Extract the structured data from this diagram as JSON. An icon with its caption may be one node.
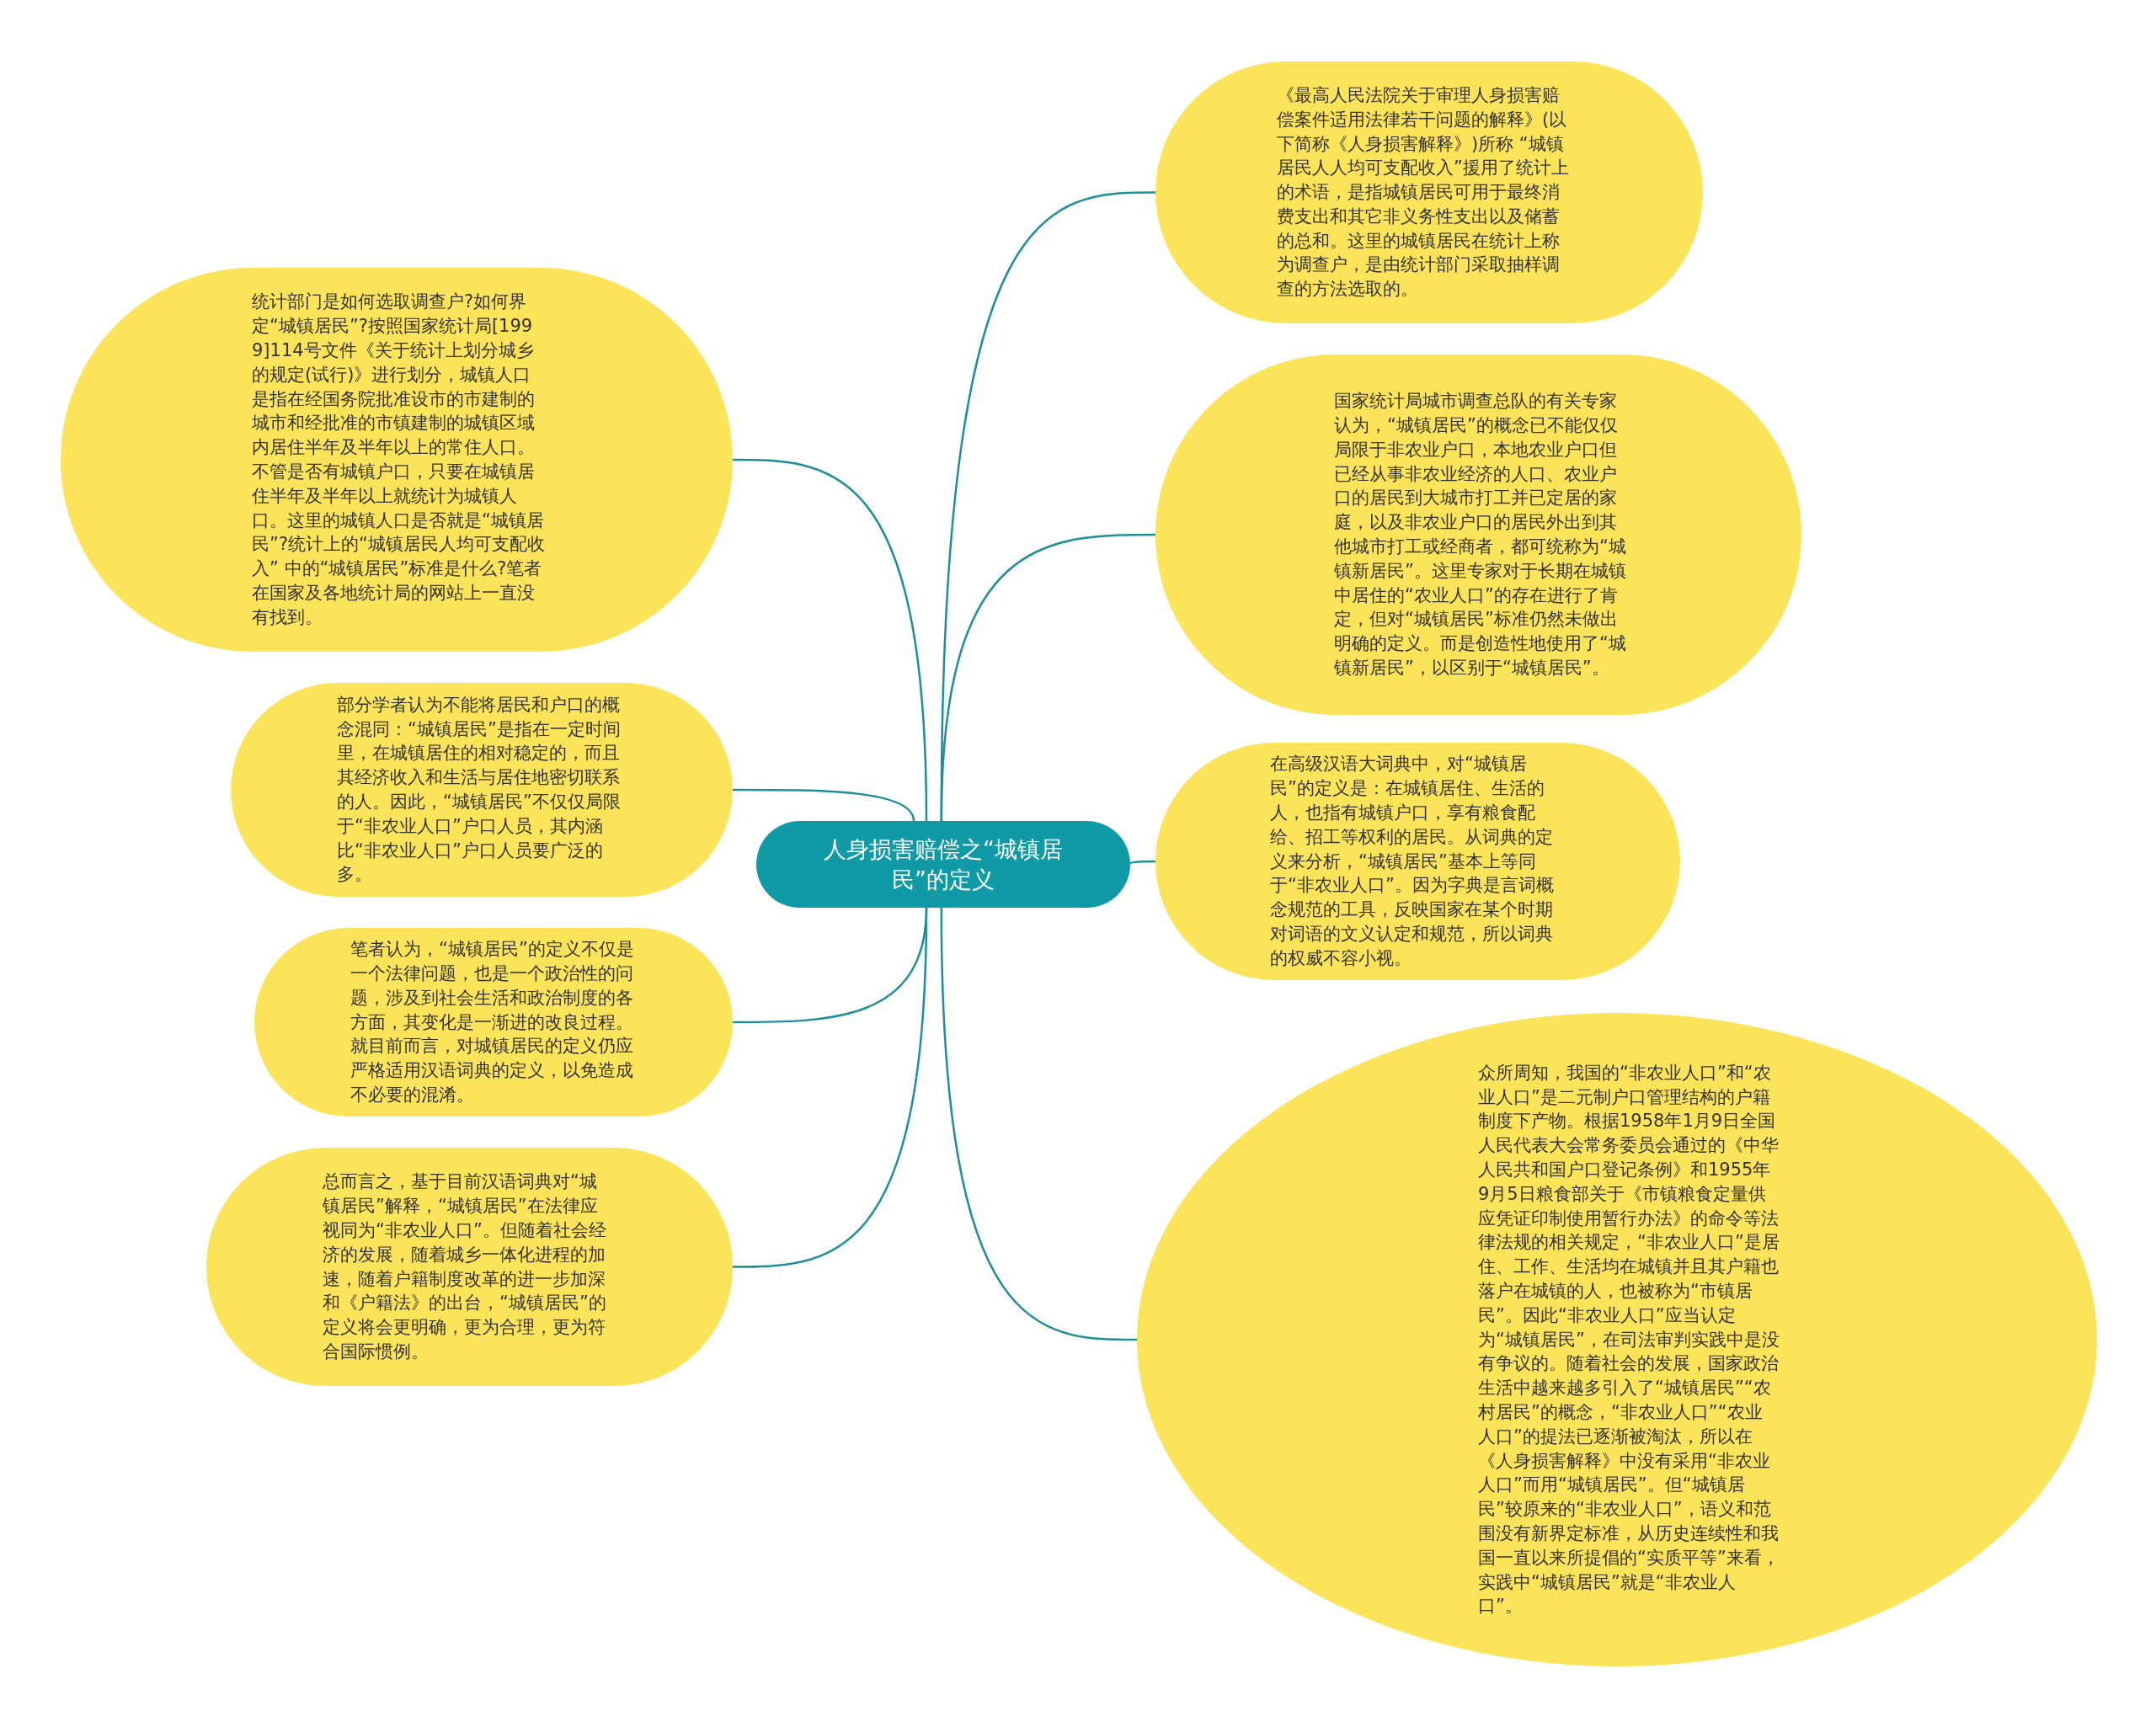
{
  "diagram": {
    "nodes": [
      {
        "text": [
          "人身损害赔偿之“城镇居民”的定义"
        ]
      },
      {
        "text": [
          "《最高人民法院关于审理人身损害赔偿案件适用法律若干问题的解释》(以下简称《人身损害解释》)所称 “城镇居民人人均可支配收入”援用了统计上的术语，是指城镇居民可用于最终消费支出和其它非义务性支出以及储蓄的总和。这里的城镇居民在统计上称为调查户，是由统计部门采取抽样调查的方法选取的。"
        ]
      },
      {
        "text": [
          "国家统计局城市调查总队的有关专家认为，“城镇居民”的概念已不能仅仅局限于非农业户口，本地农业户口但已经从事非农业经济的人口、农业户口的居民到大城市打工并已定居的家庭，以及非农业户口的居民外出到其他城市打工或经商者，都可统称为“城镇新居民”。这里专家对于长期在城镇中居住的“农业人口”的存在进行了肯定，但对“城镇居民”标准仍然未做出明确的定义。而是创造性地使用了“城镇新居民”，以区别于“城镇居民”。"
        ]
      },
      {
        "text": [
          "在高级汉语大词典中，对“城镇居民”的定义是：在城镇居住、生活的人，也指有城镇户口，享有粮食配给、招工等权利的居民。从词典的定义来分析，“城镇居民”基本上等同于“非农业人口”。因为字典是言词概念规范的工具，反映国家在某个时期对词语的文义认定和规范，所以词典的权威不容小视。"
        ]
      },
      {
        "text": [
          "众所周知，我国的“非农业人口”和“农业人口”是二元制户口管理结构的户籍制度下产物。根据1958年1月9日全国人民代表大会常务委员会通过的《中华人民共和国户口登记条例》和1955年9月5日粮食部关于《市镇粮食定量供应凭证印制使用暂行办法》的命令等法律法规的相关规定，“非农业人口”是居住、工作、生活均在城镇并且其户籍也落户在城镇的人，也被称为“市镇居民”。因此“非农业人口”应当认定为“城镇居民”，在司法审判实践中是没有争议的。随着社会的发展，国家政治生活中越来越多引入了“城镇居民”“农村居民”的概念，“非农业人口”“农业人口”的提法已逐渐被淘汰，所以在《人身损害解释》中没有采用“非农业人口”而用“城镇居民”。但“城镇居民”较原来的“非农业人口”，语义和范围没有新界定标准，从历史连续性和我国一直以来所提倡的“实质平等”来看，实践中“城镇居民”就是“非农业人口”。"
        ]
      },
      {
        "text": [
          "统计部门是如何选取调查户?如何界定“城镇居民”?按照国家统计局[1999]114号文件《关于统计上划分城乡的规定(试行)》进行划分，城镇人口是指在经国务院批准设市的市建制的城市和经批准的市镇建制的城镇区域内居住半年及半年以上的常住人口。不管是否有城镇户口，只要在城镇居住半年及半年以上就统计为城镇人口。这里的城镇人口是否就是“城镇居民”?统计上的“城镇居民人均可支配收入” 中的“城镇居民”标准是什么?笔者在国家及各地统计局的网站上一直没有找到。"
        ]
      },
      {
        "text": [
          "部分学者认为不能将居民和户口的概念混同：“城镇居民”是指在一定时间里，在城镇居住的相对稳定的，而且其经济收入和生活与居住地密切联系的人。因此，“城镇居民”不仅仅局限于“非农业人口”户口人员，其内涵比“非农业人口”户口人员要广泛的多。"
        ]
      },
      {
        "text": [
          "笔者认为，“城镇居民”的定义不仅是一个法律问题，也是一个政治性的问题，涉及到社会生活和政治制度的各方面，其变化是一渐进的改良过程。就目前而言，对城镇居民的定义仍应严格适用汉语词典的定义，以免造成不必要的混淆。"
        ]
      },
      {
        "text": [
          "总而言之，基于目前汉语词典对“城镇居民”解释，“城镇居民”在法律应视同为“非农业人口”。但随着社会经济的发展，随着城乡一体化进程的加速，随着户籍制度改革的进一步加深和《户籍法》的出台，“城镇居民”的定义将会更明确，更为合理，更为符合国际惯例。"
        ]
      }
    ],
    "edges": [
      {
        "from": 0,
        "to": 1,
        "arrow": "none"
      },
      {
        "from": 0,
        "to": 2,
        "arrow": "none"
      },
      {
        "from": 0,
        "to": 3,
        "arrow": "none"
      },
      {
        "from": 0,
        "to": 4,
        "arrow": "none"
      },
      {
        "from": 0,
        "to": 5,
        "arrow": "none"
      },
      {
        "from": 0,
        "to": 6,
        "arrow": "none"
      },
      {
        "from": 0,
        "to": 7,
        "arrow": "none"
      },
      {
        "from": 0,
        "to": 8,
        "arrow": "none"
      }
    ]
  }
}
